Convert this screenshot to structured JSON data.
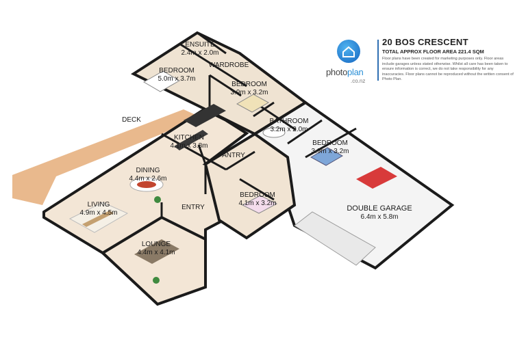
{
  "header": {
    "address": "20 BOS CRESCENT",
    "floor_area": "TOTAL APPROX FLOOR AREA 221.4 SQM",
    "disclaimer": "Floor plans have been created for marketing purposes only. Floor areas include garages unless stated otherwise. Whilst all care has been taken to ensure information is correct, we do not take responsibility for any inaccuracies. Floor plans cannot be reproduced without the written consent of Photo Plan."
  },
  "brand": {
    "name_part1": "photo",
    "name_part2": "plan",
    "domain": ".co.nz",
    "icon": "house-logo-icon",
    "accent": "#2a8fd6"
  },
  "rooms": {
    "ensuite": {
      "name": "ENSUITE",
      "size": "2.4m x 2.0m"
    },
    "wardrobe": {
      "name": "WARDROBE"
    },
    "bedroom1": {
      "name": "BEDROOM",
      "size": "5.0m x 3.7m"
    },
    "bedroom2": {
      "name": "BEDROOM",
      "size": "3.9m x 3.2m"
    },
    "deck": {
      "name": "DECK"
    },
    "bathroom": {
      "name": "BATHROOM",
      "size": "3.2m x 2.0m"
    },
    "kitchen": {
      "name": "KITCHEN",
      "size": "4.1m x 3.8m"
    },
    "bedroom3": {
      "name": "BEDROOM",
      "size": "3.9m x 3.2m"
    },
    "pantry": {
      "name": "PANTRY"
    },
    "dining": {
      "name": "DINING",
      "size": "4.4m x 2.6m"
    },
    "garage": {
      "name": "DOUBLE GARAGE",
      "size": "6.4m x 5.8m"
    },
    "bedroom4": {
      "name": "BEDROOM",
      "size": "4.1m x 3.2m"
    },
    "living": {
      "name": "LIVING",
      "size": "4.9m x 4.5m"
    },
    "entry": {
      "name": "ENTRY"
    },
    "lounge": {
      "name": "LOUNGE",
      "size": "4.4m x 4.1m"
    }
  },
  "colors": {
    "floor": "#f3e6d6",
    "deck": "#e9b98d",
    "wall": "#1b1b1b",
    "garage_floor": "#f7f7f7",
    "brand_blue": "#2f6fb3"
  }
}
